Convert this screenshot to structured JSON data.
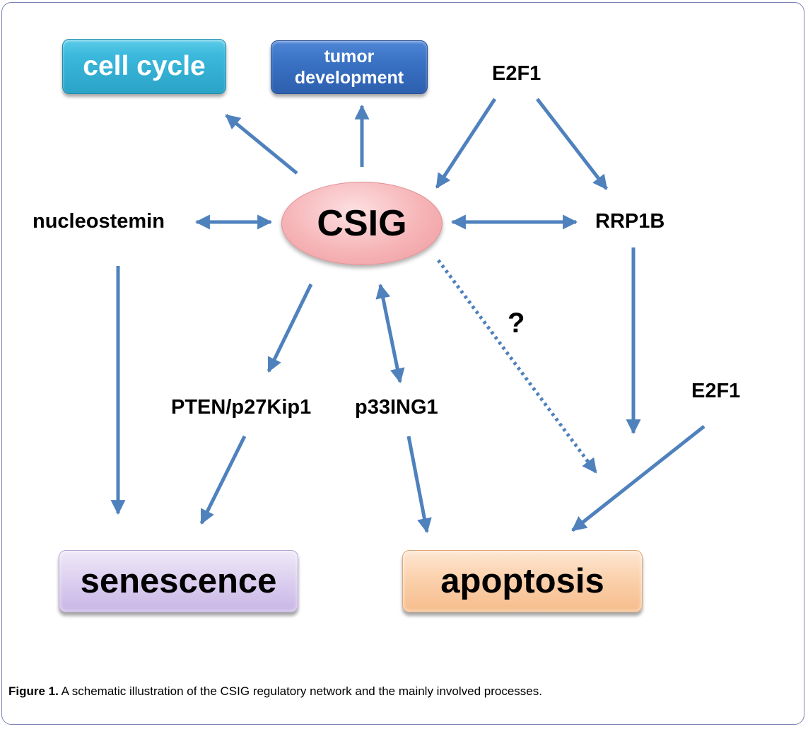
{
  "diagram": {
    "center_node": "CSIG",
    "process_boxes": {
      "cell_cycle": "cell cycle",
      "tumor_line1": "tumor",
      "tumor_line2": "development",
      "senescence": "senescence",
      "apoptosis": "apoptosis"
    },
    "labels": {
      "e2f1_top": "E2F1",
      "nucleostemin": "nucleostemin",
      "rrp1b": "RRP1B",
      "pten": "PTEN/p27Kip1",
      "p33ing1": "p33ING1",
      "e2f1_right": "E2F1",
      "question": "?"
    },
    "edges": [
      {
        "from": "CSIG",
        "to": "cell cycle",
        "type": "arrow"
      },
      {
        "from": "CSIG",
        "to": "tumor development",
        "type": "arrow"
      },
      {
        "from": "E2F1",
        "to": "CSIG",
        "type": "arrow"
      },
      {
        "from": "E2F1",
        "to": "RRP1B",
        "type": "arrow"
      },
      {
        "from": "nucleostemin",
        "to": "CSIG",
        "type": "bidirectional"
      },
      {
        "from": "CSIG",
        "to": "RRP1B",
        "type": "bidirectional"
      },
      {
        "from": "CSIG",
        "to": "PTEN/p27Kip1",
        "type": "arrow"
      },
      {
        "from": "CSIG",
        "to": "p33ING1",
        "type": "bidirectional"
      },
      {
        "from": "CSIG",
        "to": "apoptosis",
        "type": "dotted-uncertain"
      },
      {
        "from": "RRP1B",
        "to": "apoptosis",
        "type": "arrow"
      },
      {
        "from": "E2F1",
        "to": "apoptosis",
        "type": "arrow"
      },
      {
        "from": "nucleostemin",
        "to": "senescence",
        "type": "arrow"
      },
      {
        "from": "PTEN/p27Kip1",
        "to": "senescence",
        "type": "arrow"
      },
      {
        "from": "p33ING1",
        "to": "apoptosis",
        "type": "arrow"
      }
    ],
    "arrow_color": "#4f81bd"
  },
  "caption": {
    "prefix": "Figure 1.",
    "text": " A schematic illustration of the CSIG regulatory network and the mainly involved processes."
  }
}
